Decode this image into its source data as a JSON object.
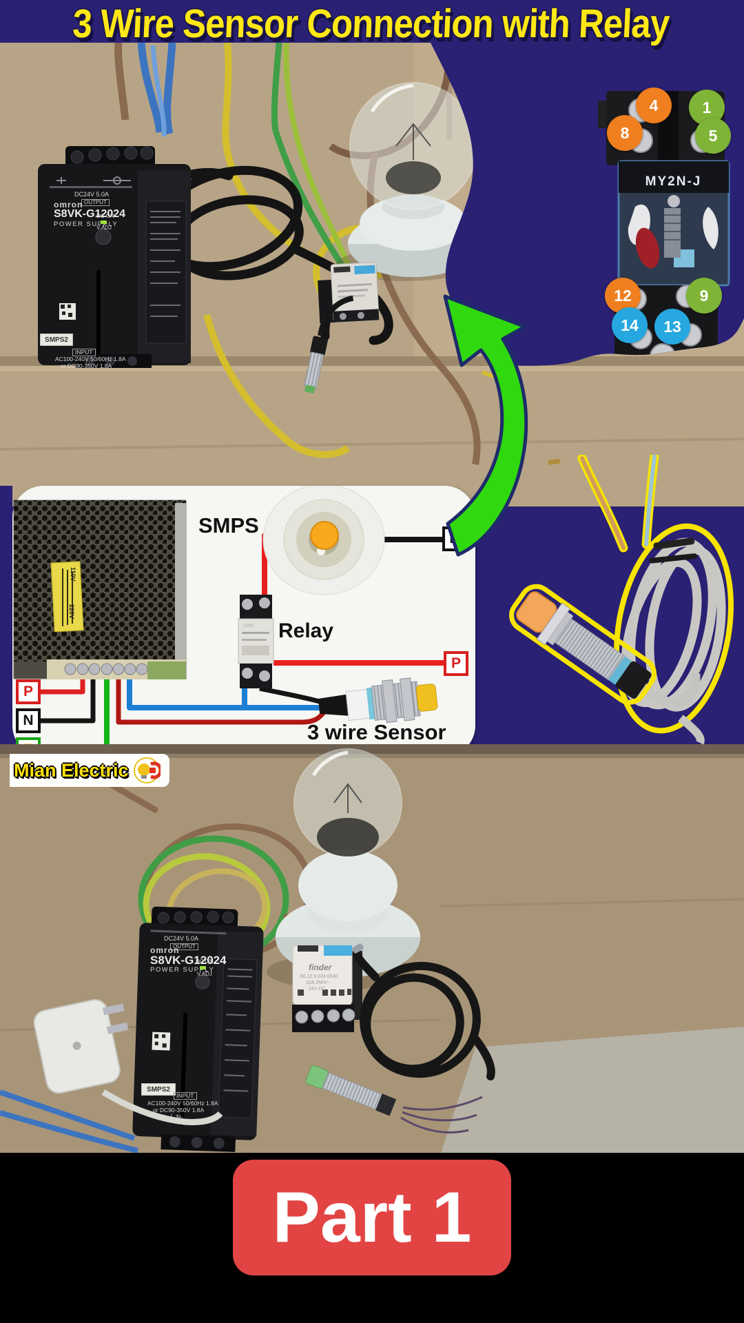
{
  "title": {
    "text": "3 Wire Sensor Connection with Relay"
  },
  "colors": {
    "background_navy": "#2a2174",
    "title_yellow": "#ffe816",
    "arrow_green": "#2fd90d",
    "part_red": "#e24444",
    "pin_orange": "#ef7f1f",
    "pin_green": "#7fb437",
    "pin_blue": "#26a7e0",
    "cardboard": "#b7a486",
    "panel_white": "#f6f6f3",
    "wire_red": "#e02020",
    "wire_black": "#141414",
    "wire_blue": "#1d7fd4",
    "wire_green": "#14b414"
  },
  "relay_pinout": {
    "model": "MY2N-J",
    "pins": [
      {
        "num": "4",
        "color": "orange"
      },
      {
        "num": "1",
        "color": "green"
      },
      {
        "num": "8",
        "color": "orange"
      },
      {
        "num": "5",
        "color": "green"
      },
      {
        "num": "12",
        "color": "orange"
      },
      {
        "num": "9",
        "color": "green"
      },
      {
        "num": "14",
        "color": "blue"
      },
      {
        "num": "13",
        "color": "blue"
      }
    ]
  },
  "top_photo": {
    "psu": {
      "output_rating": "DC24V 5.0A",
      "output_label": "OUTPUT",
      "brand": "omron",
      "model": "S8VK-G12024",
      "type": "POWER SUPPLY",
      "dc_on": "DC ON",
      "v_adj": "V.ADJ",
      "sticker": "SMPS2",
      "input_label": "INPUT",
      "input_rating1": "AC100-240V 50/60Hz 1.8A",
      "input_rating2": "or DC90-350V 1.8A"
    }
  },
  "diagram": {
    "smps_label": "SMPS",
    "relay_label": "Relay",
    "relay_brand": "CNC",
    "sensor_label": "3 wire Sensor",
    "terminal_p": "P",
    "terminal_n": "N",
    "terminal_e": "E",
    "right_n": "N",
    "right_p": "P",
    "sticker_110": "110V",
    "sticker_220": "220V"
  },
  "logo": {
    "text": "Mian Electric"
  },
  "bottom_photo": {
    "psu": {
      "output_rating": "DC24V 5.0A",
      "output_label": "OUTPUT",
      "brand": "omron",
      "model": "S8VK-G12024",
      "type": "POWER SUPPLY",
      "dc_on": "DC ON",
      "v_adj": "V.ADJ",
      "sticker": "SMPS2",
      "input_label": "INPUT",
      "input_rating1": "AC100-240V 50/60Hz 1.8A",
      "input_rating2": "or DC90-350V 1.8A",
      "terminals": "+L ⏚ N-"
    },
    "relay": {
      "brand": "finder",
      "model": "60.12.9.024.0040",
      "rating1": "10A 250V~",
      "rating2": "24V DC"
    }
  },
  "part_badge": {
    "label": "Part 1"
  }
}
